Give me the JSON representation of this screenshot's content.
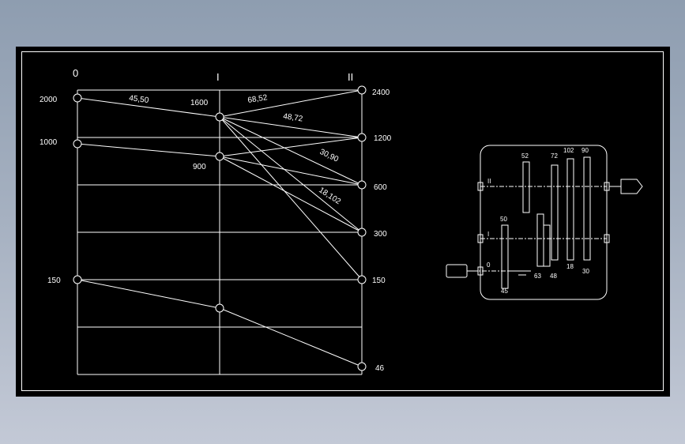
{
  "speed_chart": {
    "shaft_labels": [
      "0",
      "I",
      "II"
    ],
    "left_speeds": [
      "2000",
      "1000",
      "150"
    ],
    "mid_speeds": [
      "1600",
      "900"
    ],
    "right_speeds": [
      "2400",
      "1200",
      "600",
      "300",
      "150",
      "46"
    ],
    "ratio_labels": [
      "45,50",
      "68,52",
      "48,72",
      "30,90",
      "18,102"
    ]
  },
  "gearbox": {
    "shaft_labels": [
      "II",
      "I",
      "0"
    ],
    "gear_labels_top": [
      "52",
      "72",
      "102",
      "90"
    ],
    "gear_labels_mid": [
      "50"
    ],
    "gear_labels_bottom": [
      "63",
      "48",
      "18",
      "30",
      "45"
    ]
  }
}
